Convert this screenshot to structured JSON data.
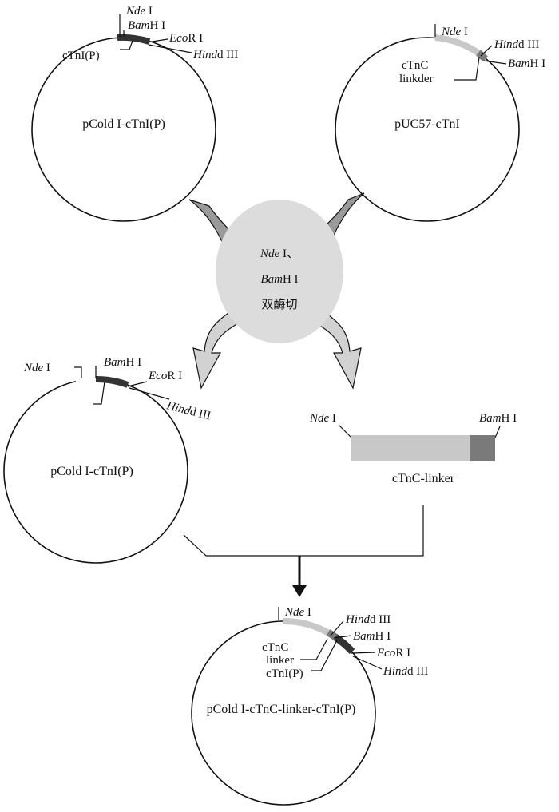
{
  "sites": {
    "nde": "Nde",
    "bam": "Bam",
    "eco": "Eco",
    "hind": "Hind",
    "roman_I": " I",
    "roman_HI": "H I",
    "roman_RI": "R I",
    "roman_d3": "d III",
    "nde_sep": " I、"
  },
  "plasmids": {
    "p1_name": "pCold I-cTnI(P)",
    "p1_insert": "cTnI(P)",
    "p2_name": "pUC57-cTnI",
    "p2_insert_line1": "cTnC",
    "p2_insert_line2": "linkder",
    "p3_name": "pCold I-cTnI(P)",
    "fragment_name": "cTnC-linker",
    "p4_name": "pCold I-cTnC-linker-cTnI(P)",
    "p4_cTnC": "cTnC",
    "p4_linker": "linker",
    "p4_cTnI": "cTnI(P)"
  },
  "enzyme_step": {
    "digest": "双酶切"
  },
  "colors": {
    "dark_insert": "#333333",
    "light_insert": "#c8c8c8",
    "mid_insert": "#7a7a7a",
    "arrow_dark": "#9a9a9a",
    "arrow_light": "#d2d2d2",
    "ellipse": "#dcdcdc"
  }
}
